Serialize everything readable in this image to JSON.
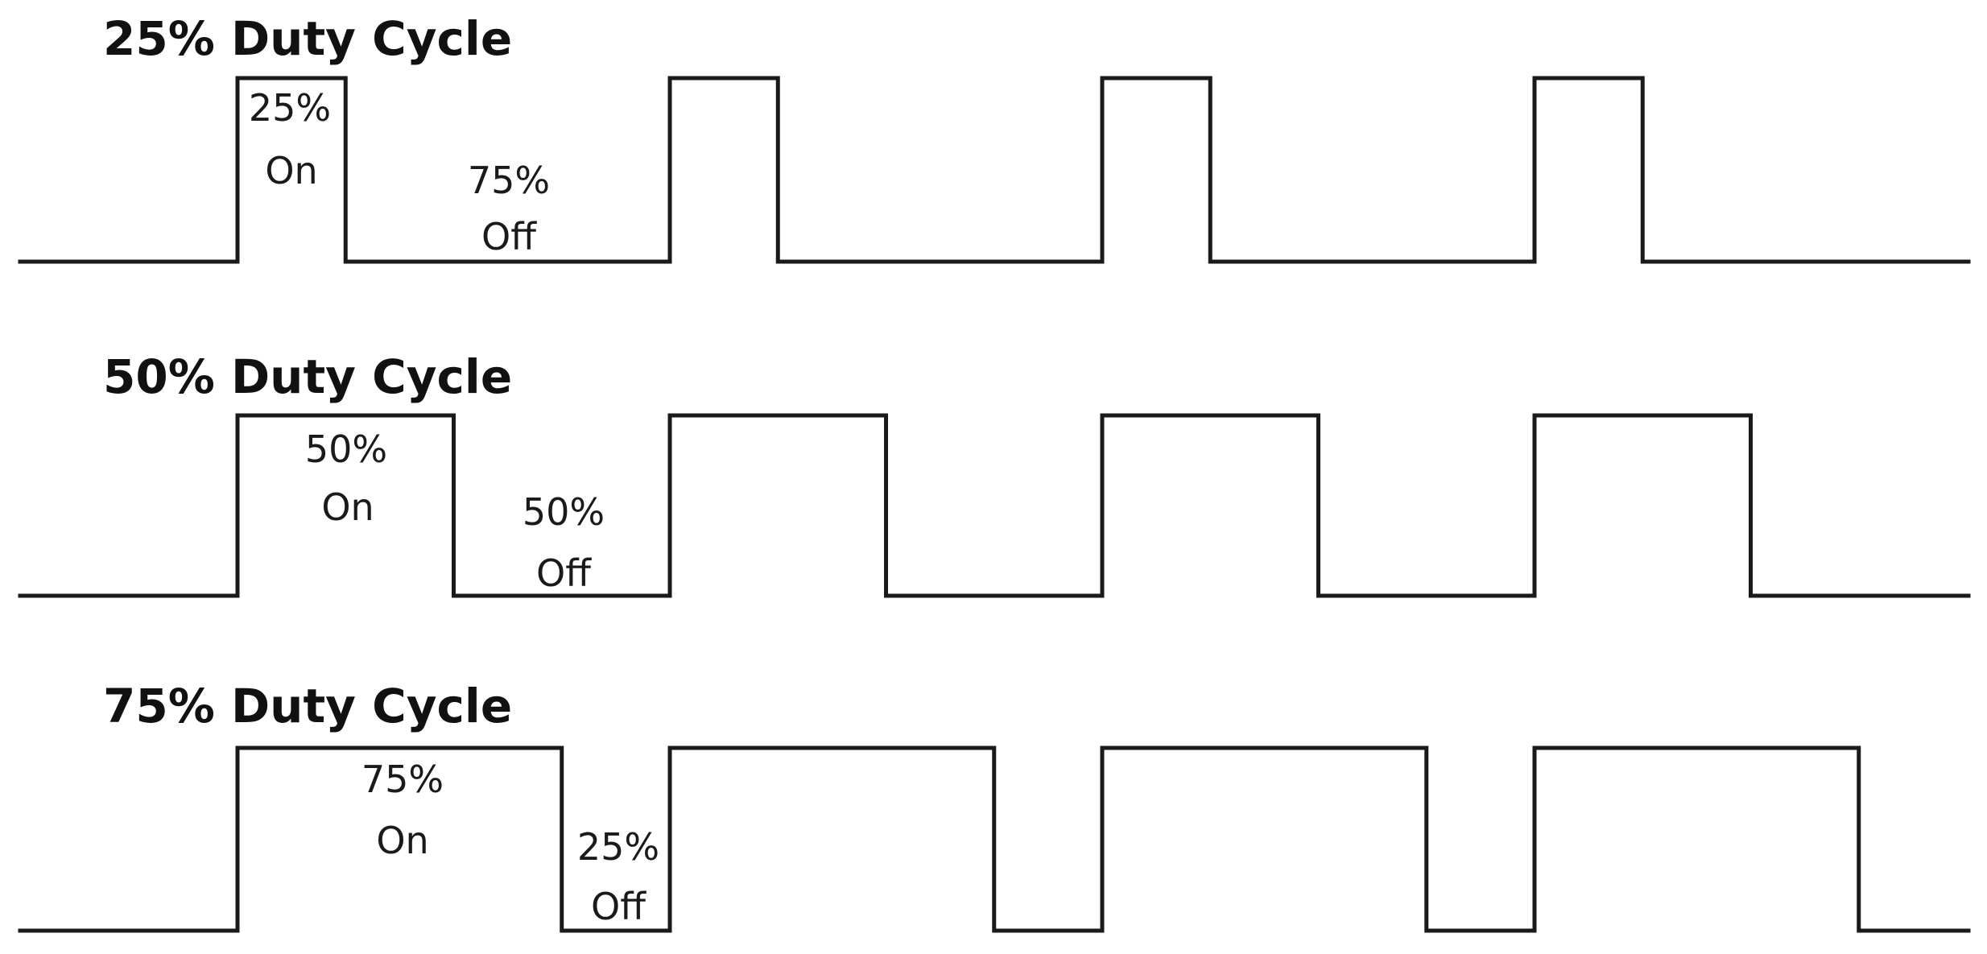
{
  "panels": [
    {
      "title": "25% Duty Cycle",
      "duty_cycle_percent": 25,
      "on_label": {
        "percent": "25%",
        "word": "On"
      },
      "off_label": {
        "percent": "75%",
        "word": "Off"
      }
    },
    {
      "title": "50% Duty Cycle",
      "duty_cycle_percent": 50,
      "on_label": {
        "percent": "50%",
        "word": "On"
      },
      "off_label": {
        "percent": "50%",
        "word": "Off"
      }
    },
    {
      "title": "75% Duty Cycle",
      "duty_cycle_percent": 75,
      "on_label": {
        "percent": "75%",
        "word": "On"
      },
      "off_label": {
        "percent": "25%",
        "word": "Off"
      }
    }
  ],
  "colors": {
    "line": "#1a1a1a",
    "background": "#ffffff"
  }
}
